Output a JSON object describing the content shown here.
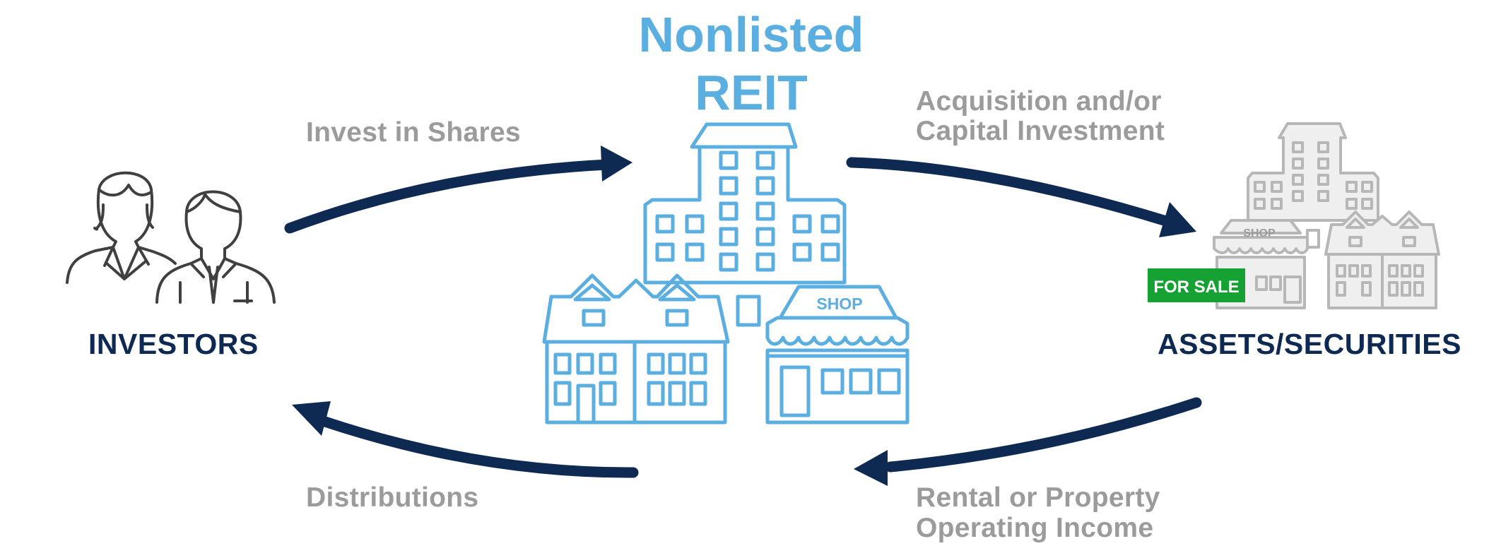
{
  "title": {
    "line1": "Nonlisted",
    "line2": "REIT"
  },
  "nodes": {
    "investors": "INVESTORS",
    "assets": "ASSETS/SECURITIES"
  },
  "flows": {
    "invest": "Invest in Shares",
    "acquisition_line1": "Acquisition and/or",
    "acquisition_line2": "Capital Investment",
    "distributions": "Distributions",
    "rental_line1": "Rental or Property",
    "rental_line2": "Operating Income"
  },
  "building_labels": {
    "reit_shop": "SHOP",
    "assets_shop": "SHOP",
    "for_sale": "FOR SALE"
  },
  "colors": {
    "reit_blue": "#5aaee0",
    "navy": "#0e2a52",
    "grey_text": "#9b9b9b",
    "asset_grey": "#b7b7b7",
    "for_sale_green": "#16a233"
  },
  "icons": [
    "investors-icon",
    "reit-buildings-icon",
    "assets-buildings-icon"
  ]
}
